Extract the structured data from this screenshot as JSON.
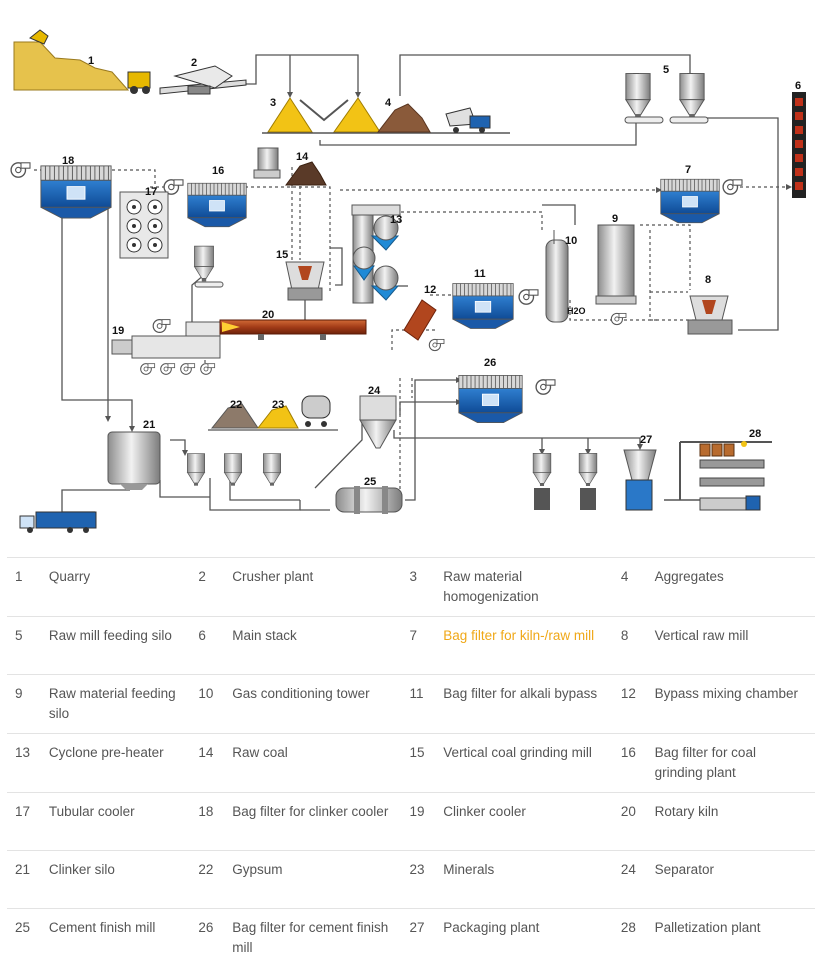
{
  "diagram_numbers": [
    "1",
    "2",
    "3",
    "4",
    "5",
    "6",
    "7",
    "8",
    "9",
    "10",
    "11",
    "12",
    "13",
    "14",
    "15",
    "16",
    "17",
    "18",
    "19",
    "20",
    "21",
    "22",
    "23",
    "24",
    "25",
    "26",
    "27",
    "28"
  ],
  "diagram_text": {
    "h2o": "H2O"
  },
  "legend": [
    [
      {
        "num": "1",
        "label": "Quarry"
      },
      {
        "num": "2",
        "label": "Crusher plant"
      },
      {
        "num": "3",
        "label": "Raw material homogenization"
      },
      {
        "num": "4",
        "label": "Aggregates"
      }
    ],
    [
      {
        "num": "5",
        "label": "Raw mill feeding silo"
      },
      {
        "num": "6",
        "label": "Main stack"
      },
      {
        "num": "7",
        "label": "Bag filter for kiln-/raw mill",
        "highlight": true
      },
      {
        "num": "8",
        "label": "Vertical raw mill"
      }
    ],
    [
      {
        "num": "9",
        "label": "Raw material feeding silo"
      },
      {
        "num": "10",
        "label": "Gas conditioning tower"
      },
      {
        "num": "11",
        "label": "Bag filter for alkali bypass"
      },
      {
        "num": "12",
        "label": "Bypass mixing chamber"
      }
    ],
    [
      {
        "num": "13",
        "label": "Cyclone pre-heater"
      },
      {
        "num": "14",
        "label": "Raw coal"
      },
      {
        "num": "15",
        "label": "Vertical coal grinding mill"
      },
      {
        "num": "16",
        "label": "Bag filter for coal grinding plant"
      }
    ],
    [
      {
        "num": "17",
        "label": "Tubular cooler"
      },
      {
        "num": "18",
        "label": "Bag filter for clinker cooler"
      },
      {
        "num": "19",
        "label": "Clinker cooler"
      },
      {
        "num": "20",
        "label": "Rotary kiln"
      }
    ],
    [
      {
        "num": "21",
        "label": "Clinker silo"
      },
      {
        "num": "22",
        "label": "Gypsum"
      },
      {
        "num": "23",
        "label": "Minerals"
      },
      {
        "num": "24",
        "label": "Separator"
      }
    ],
    [
      {
        "num": "25",
        "label": "Cement finish mill"
      },
      {
        "num": "26",
        "label": "Bag filter for cement finish mill"
      },
      {
        "num": "27",
        "label": "Packaging plant"
      },
      {
        "num": "28",
        "label": "Palletization plant"
      }
    ]
  ],
  "colors": {
    "highlight": "#f0a818",
    "filter_blue": "#1f63b0",
    "kiln_red": "#b1461e",
    "ore_yellow": "#f2c315",
    "soil_brown": "#8a5a3a"
  }
}
